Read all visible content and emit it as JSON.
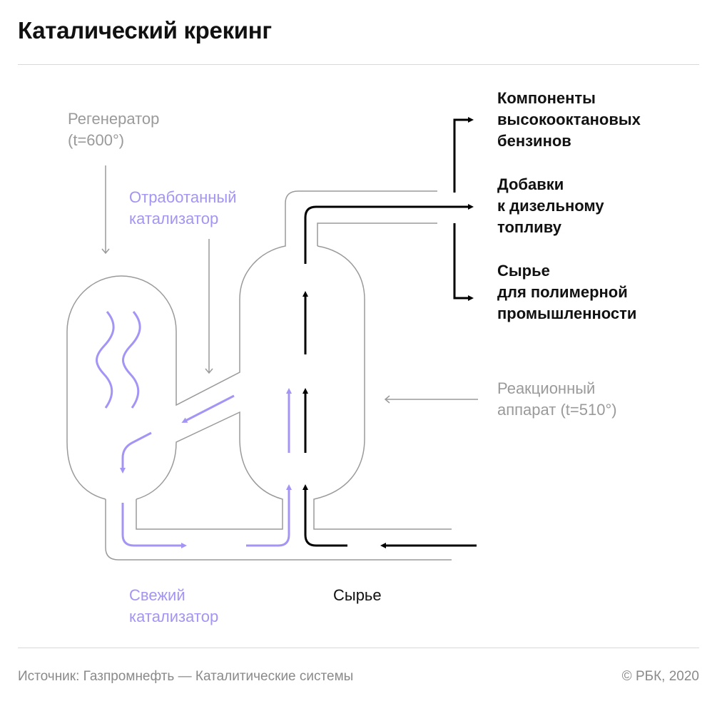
{
  "title": "Каталический крекинг",
  "labels": {
    "regenerator": "Регенератор\n(t=600°)",
    "spent_catalyst": "Отработанный\nкатализатор",
    "reactor": "Реакционный\nаппарат (t=510°)",
    "fresh_catalyst": "Свежий\nкатализатор",
    "feedstock": "Сырье"
  },
  "outputs": [
    {
      "label": "Компоненты\nвысокооктановых\nбензинов"
    },
    {
      "label": "Добавки\nк дизельному\nтопливу"
    },
    {
      "label": "Сырье\nдля полимерной\nпромышленности"
    }
  ],
  "footer": {
    "source": "Источник: Газпромнефть — Каталитические системы",
    "copyright": "© РБК, 2020"
  },
  "colors": {
    "catalyst": "#a395f5",
    "flow": "#000000",
    "outline": "#9a9a9a"
  }
}
